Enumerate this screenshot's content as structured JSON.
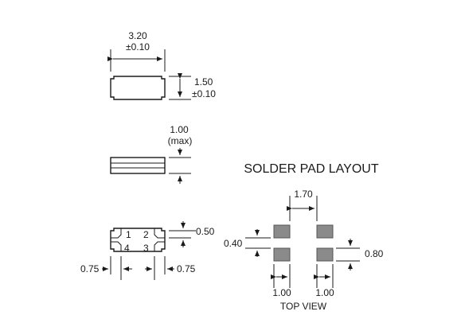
{
  "top_view_dims": {
    "length": "3.20",
    "length_tol": "±0.10",
    "width": "1.50",
    "width_tol": "±0.10"
  },
  "side_view_dims": {
    "height": "1.00",
    "height_note": "(max)"
  },
  "bottom_view": {
    "pins": [
      "1",
      "2",
      "4",
      "3"
    ],
    "pad_height": "0.50",
    "pad_left": "0.75",
    "pad_right": "0.75"
  },
  "solder_layout": {
    "title": "SOLDER PAD LAYOUT",
    "pitch": "1.70",
    "gap": "0.40",
    "pad_height": "0.80",
    "pad_width_left": "1.00",
    "pad_width_right": "1.00",
    "caption": "TOP VIEW"
  },
  "colors": {
    "ink": "#1a1a1a",
    "pad_fill": "#8a8a8a"
  }
}
